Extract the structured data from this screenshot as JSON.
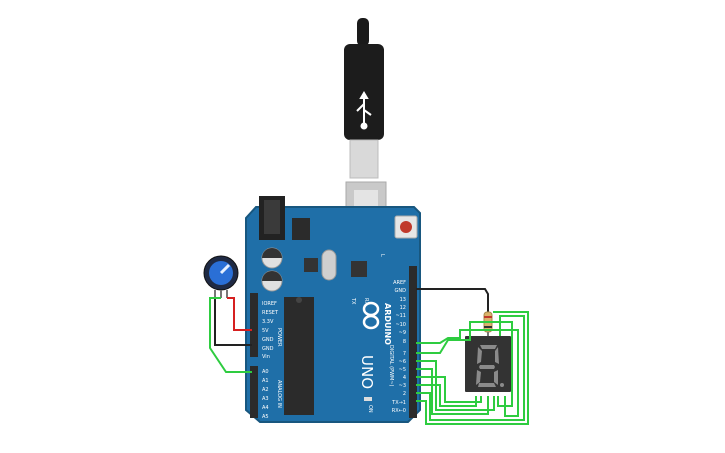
{
  "colors": {
    "board": "#1f6fa8",
    "board_edge": "#18577f",
    "header": "#2b2b2b",
    "wire_green": "#2ecc40",
    "wire_black": "#222222",
    "wire_red": "#d62020",
    "pot_blue": "#2a6fd6",
    "display_body": "#333333",
    "segment_off": "#8a8a8a"
  },
  "icons": {
    "usb_plug": "usb-plug-icon",
    "reset": "reset-button-icon",
    "logo": "arduino-infinity-logo"
  },
  "board": {
    "name": "ARDUINO",
    "model": "UNO",
    "power_label": "POWER",
    "analog_label": "ANALOG IN",
    "digital_label": "DIGITAL (PWM~)",
    "on_label": "ON",
    "tx_label": "TX",
    "rx_label": "RX",
    "l_label": "L"
  },
  "power_pins": [
    "IOREF",
    "RESET",
    "3.3V",
    "5V",
    "GND",
    "GND",
    "Vin"
  ],
  "analog_pins": [
    "A0",
    "A1",
    "A2",
    "A3",
    "A4",
    "A5"
  ],
  "digital_pins": [
    "AREF",
    "GND",
    "13",
    "12",
    "~11",
    "~10",
    "~9",
    "8",
    "7",
    "~6",
    "~5",
    "4",
    "~3",
    "2",
    "TX→1",
    "RX←0"
  ]
}
